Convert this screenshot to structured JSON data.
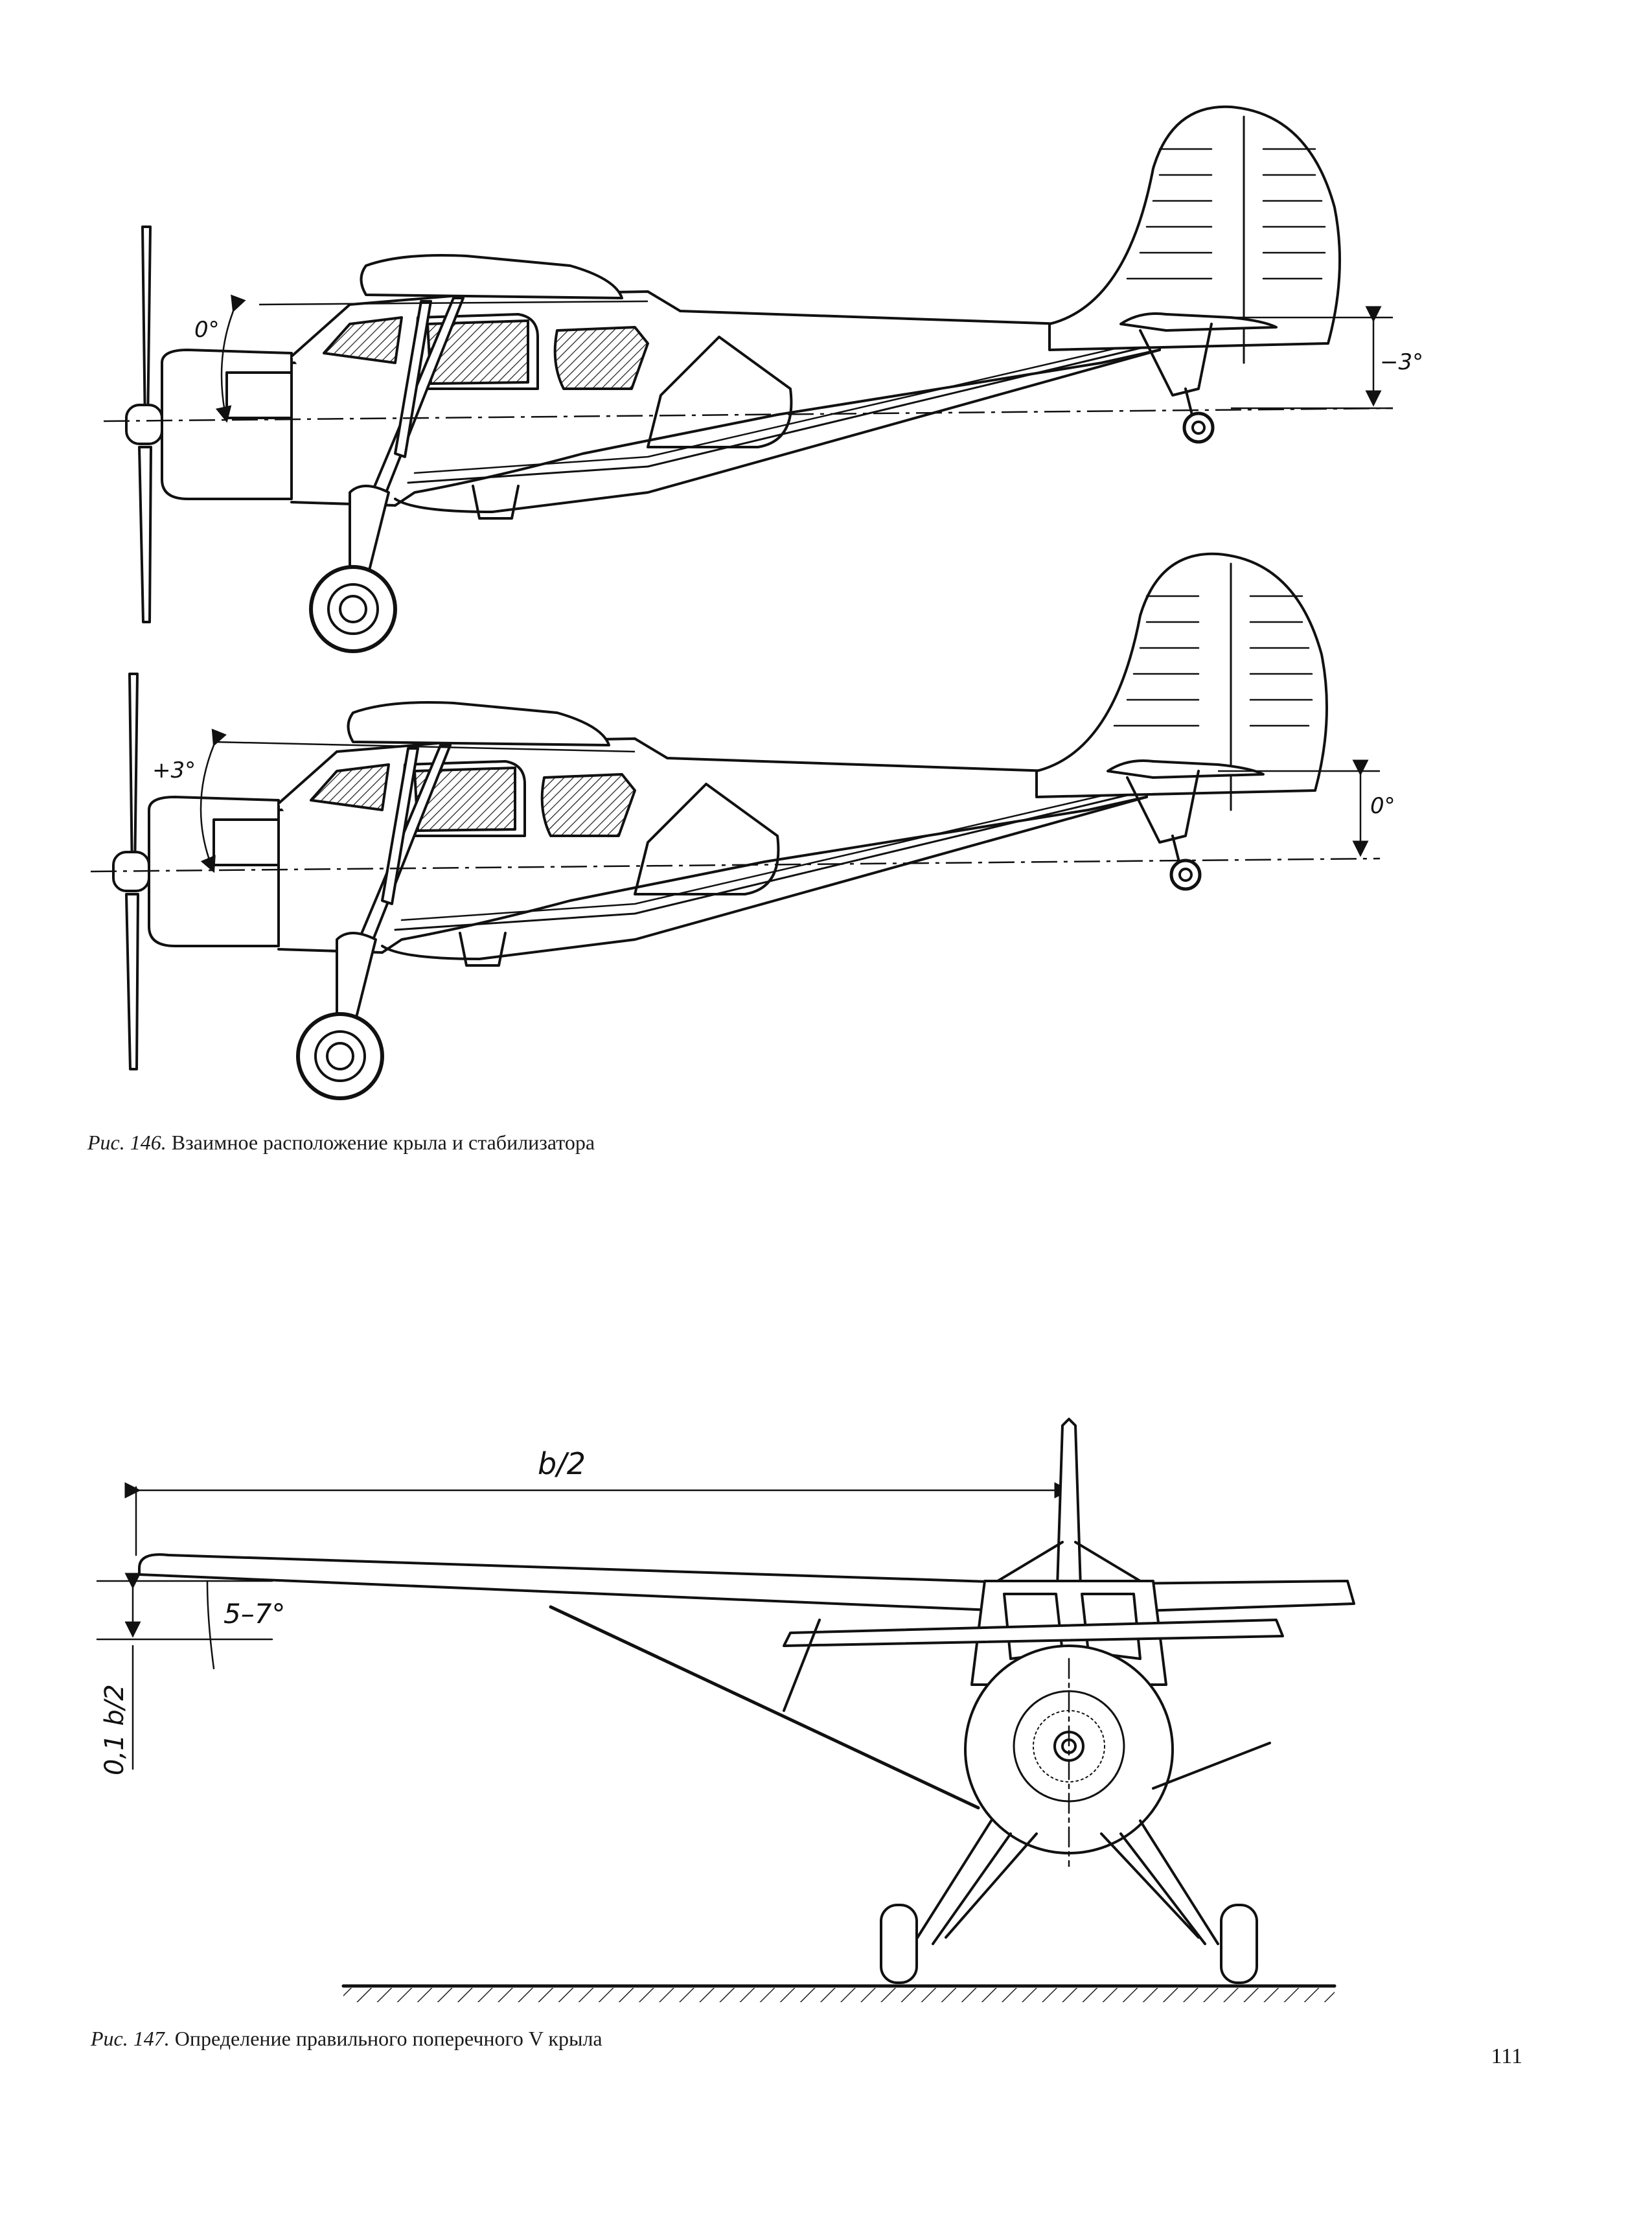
{
  "figure_146": {
    "top_view": {
      "wing_angle": "0°",
      "stab_angle": "−3°"
    },
    "bottom_view": {
      "wing_angle": "+3°",
      "stab_angle": "0°"
    },
    "caption_label": "Рис. 146.",
    "caption_text": "Взаимное расположение крыла и стабилизатора"
  },
  "figure_147": {
    "span_label": "b/2",
    "dihedral_label": "5–7°",
    "height_label": "0,1 b/2",
    "caption_label": "Рис. 147.",
    "caption_text": "Определение правильного поперечного V крыла"
  },
  "page_number": "111"
}
